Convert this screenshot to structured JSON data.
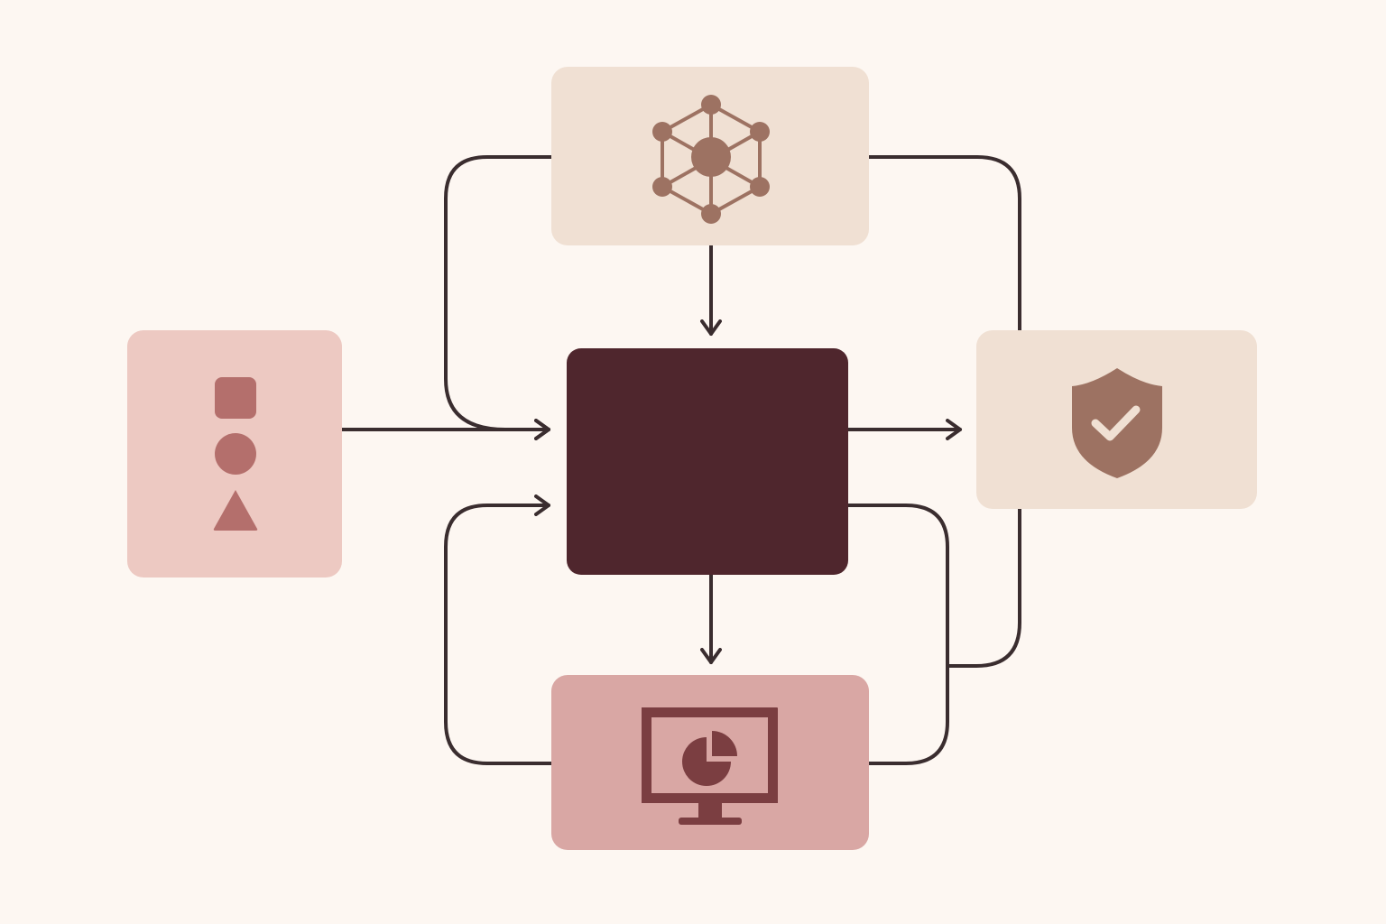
{
  "diagram": {
    "colors": {
      "background": "#fdf7f2",
      "connector": "#3a2d2f",
      "input_box": "#edc9c2",
      "input_icon": "#b46f6c",
      "network_box": "#f0e0d3",
      "network_icon": "#9d7262",
      "core_box": "#4f262d",
      "shield_box": "#f0e0d3",
      "shield_icon": "#9d7262",
      "monitor_box": "#d9a7a4",
      "monitor_icon": "#7b3e41"
    },
    "nodes": [
      {
        "id": "input-shapes",
        "icon": "shapes-icon"
      },
      {
        "id": "network",
        "icon": "network-graph-icon"
      },
      {
        "id": "core",
        "icon": ""
      },
      {
        "id": "security",
        "icon": "shield-check-icon"
      },
      {
        "id": "dashboard",
        "icon": "monitor-chart-icon"
      }
    ]
  }
}
